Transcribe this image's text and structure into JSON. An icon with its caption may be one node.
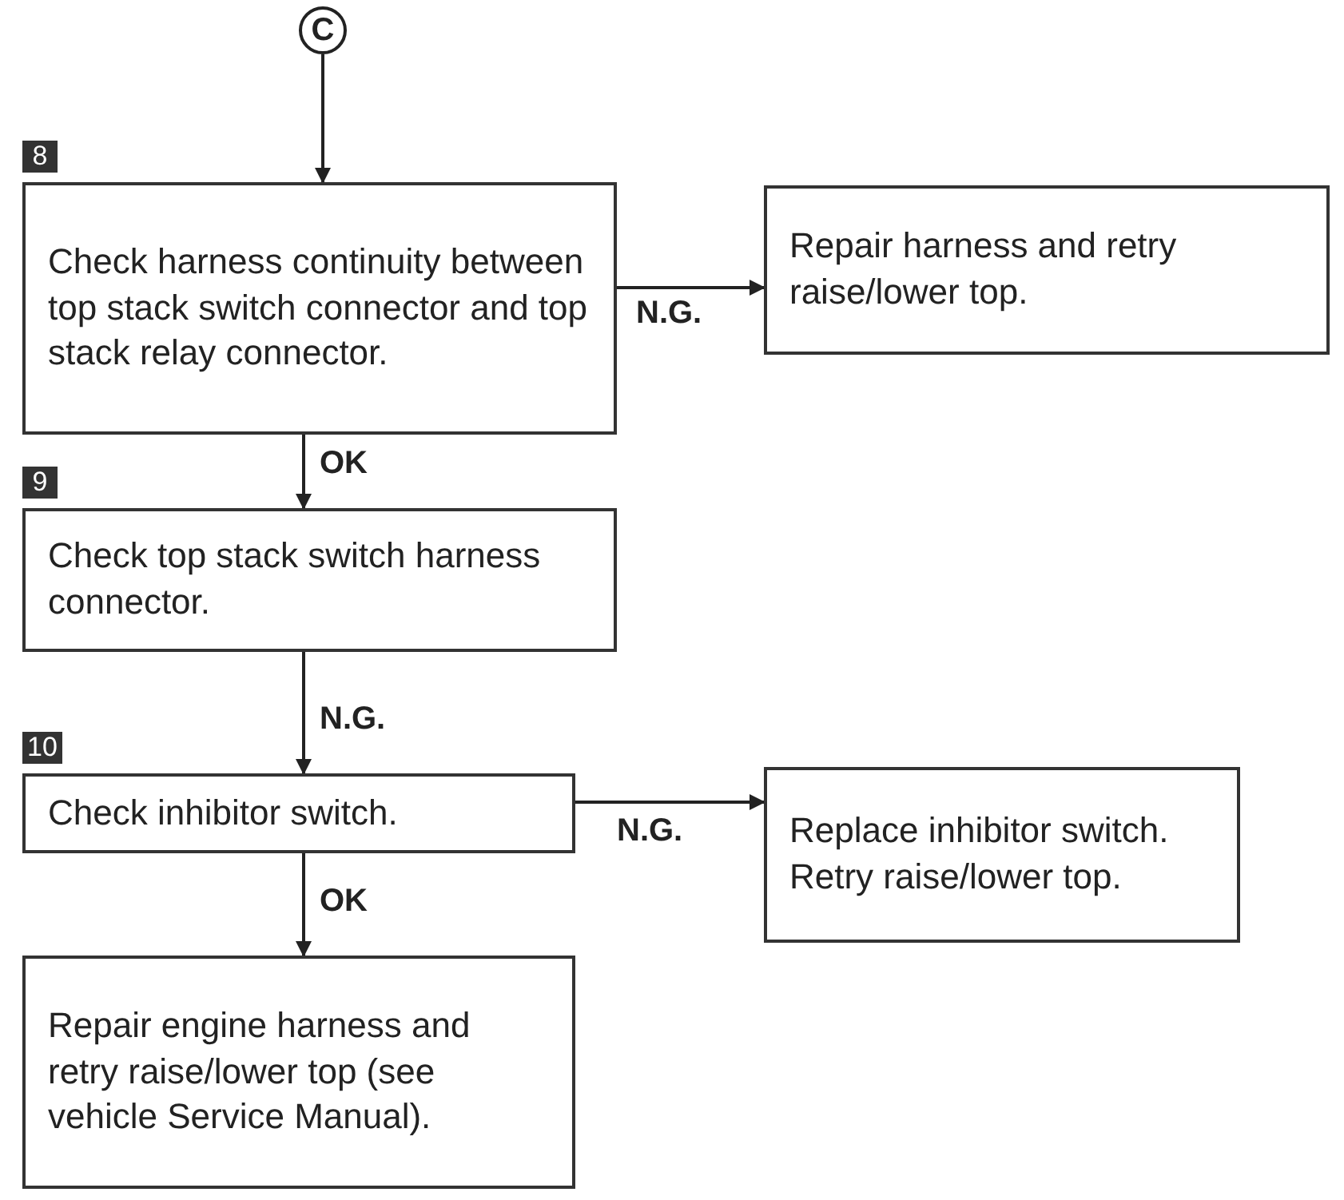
{
  "diagram": {
    "nodes": [
      {
        "text": [
          "C"
        ]
      },
      {
        "text": [
          "Check harness continuity between top stack switch connector and top stack relay connector."
        ],
        "beside": [
          "8"
        ]
      },
      {
        "text": [
          "Repair harness and retry raise/lower top."
        ]
      },
      {
        "text": [
          "Check top stack switch harness connector."
        ],
        "beside": [
          "9"
        ]
      },
      {
        "text": [
          "Check inhibitor switch."
        ],
        "beside": [
          "10"
        ]
      },
      {
        "text": [
          "Replace inhibitor switch. Retry raise/lower top."
        ]
      },
      {
        "text": [
          "Repair engine harness and retry raise/lower top (see vehicle Service Manual)."
        ]
      }
    ],
    "edges": [
      {
        "from": 0,
        "to": 1,
        "arrow": "to"
      },
      {
        "from": 1,
        "to": 2,
        "arrow": "to",
        "label": "N.G."
      },
      {
        "from": 1,
        "to": 3,
        "arrow": "to",
        "label": "OK"
      },
      {
        "from": 3,
        "to": 4,
        "arrow": "to",
        "label": "N.G."
      },
      {
        "from": 4,
        "to": 5,
        "arrow": "to",
        "label": "N.G."
      },
      {
        "from": 4,
        "to": 6,
        "arrow": "to",
        "label": "OK"
      }
    ]
  }
}
